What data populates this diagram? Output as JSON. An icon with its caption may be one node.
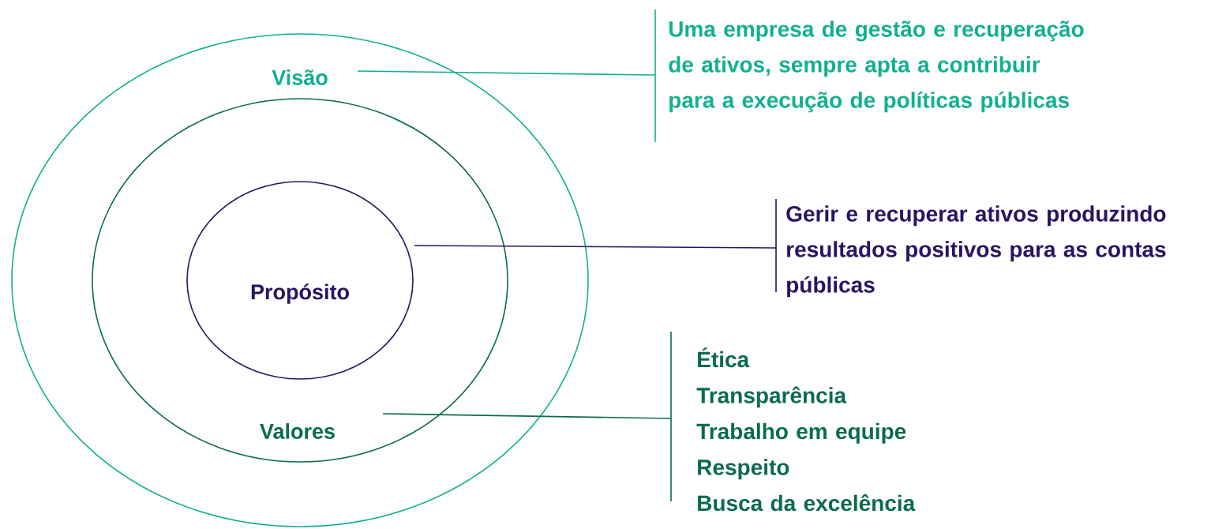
{
  "diagram": {
    "nodes": [
      {
        "text": [
          "Visão"
        ]
      },
      {
        "text": [
          "Valores"
        ],
        "in": 0
      },
      {
        "text": [
          "Propósito"
        ],
        "in": 1
      },
      {
        "text": [
          "Uma empresa de gestão e recuperação de ativos, sempre apta a contribuir para a execução de políticas públicas"
        ]
      },
      {
        "text": [
          "Gerir e recuperar ativos produzindo resultados positivos para as contas públicas"
        ]
      },
      {
        "text": [
          "Ética",
          "Transparência",
          "Trabalho em equipe",
          "Respeito",
          "Busca da excelência"
        ]
      }
    ],
    "edges": [
      {
        "from": 3,
        "to": 0,
        "arrow": "none",
        "color": "#12b08f"
      },
      {
        "from": 4,
        "to": 2,
        "arrow": "none",
        "color": "#2a1463"
      },
      {
        "from": 5,
        "to": 1,
        "arrow": "none",
        "color": "#0a6b50"
      }
    ]
  }
}
